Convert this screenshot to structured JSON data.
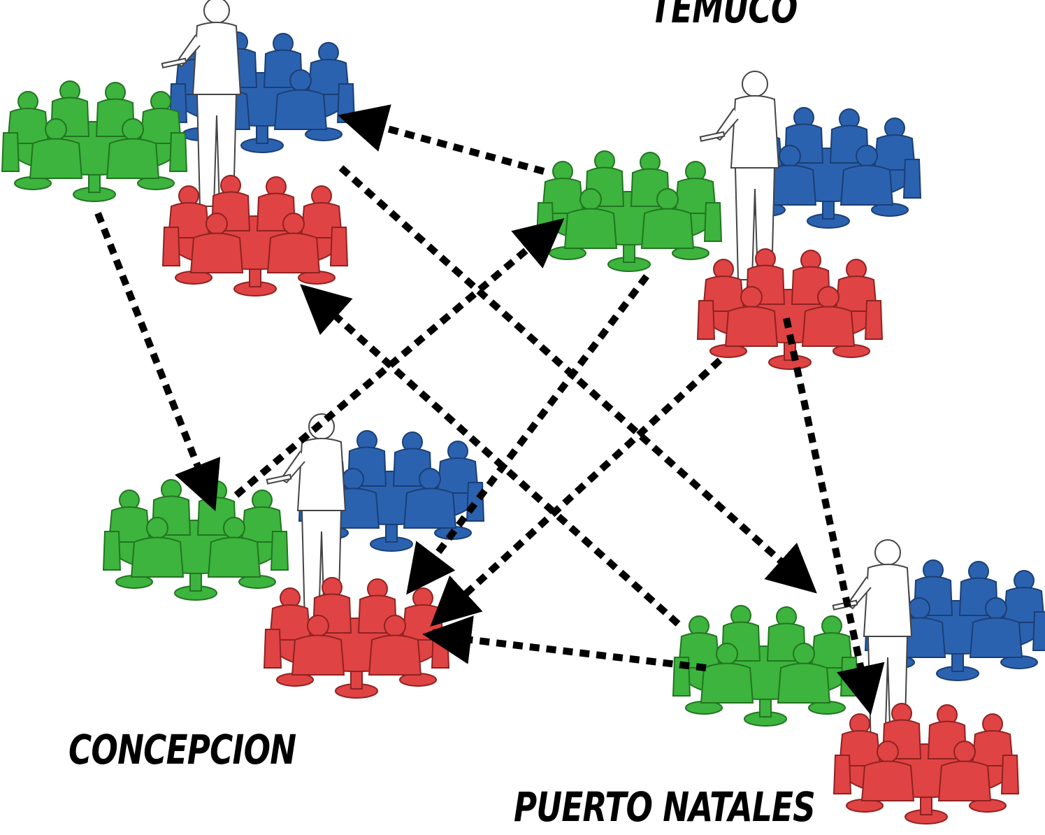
{
  "cities": {
    "temuco": "TEMUCO",
    "concepcion": "CONCEPCION",
    "puerto_natales": "PUERTO NATALES"
  },
  "colors": {
    "green": "#3db43d",
    "blue": "#2b62b0",
    "red": "#e04343",
    "arrow": "#000000"
  },
  "icons": {
    "group": "meeting-table-icon",
    "presenter": "presenter-figure-icon"
  }
}
